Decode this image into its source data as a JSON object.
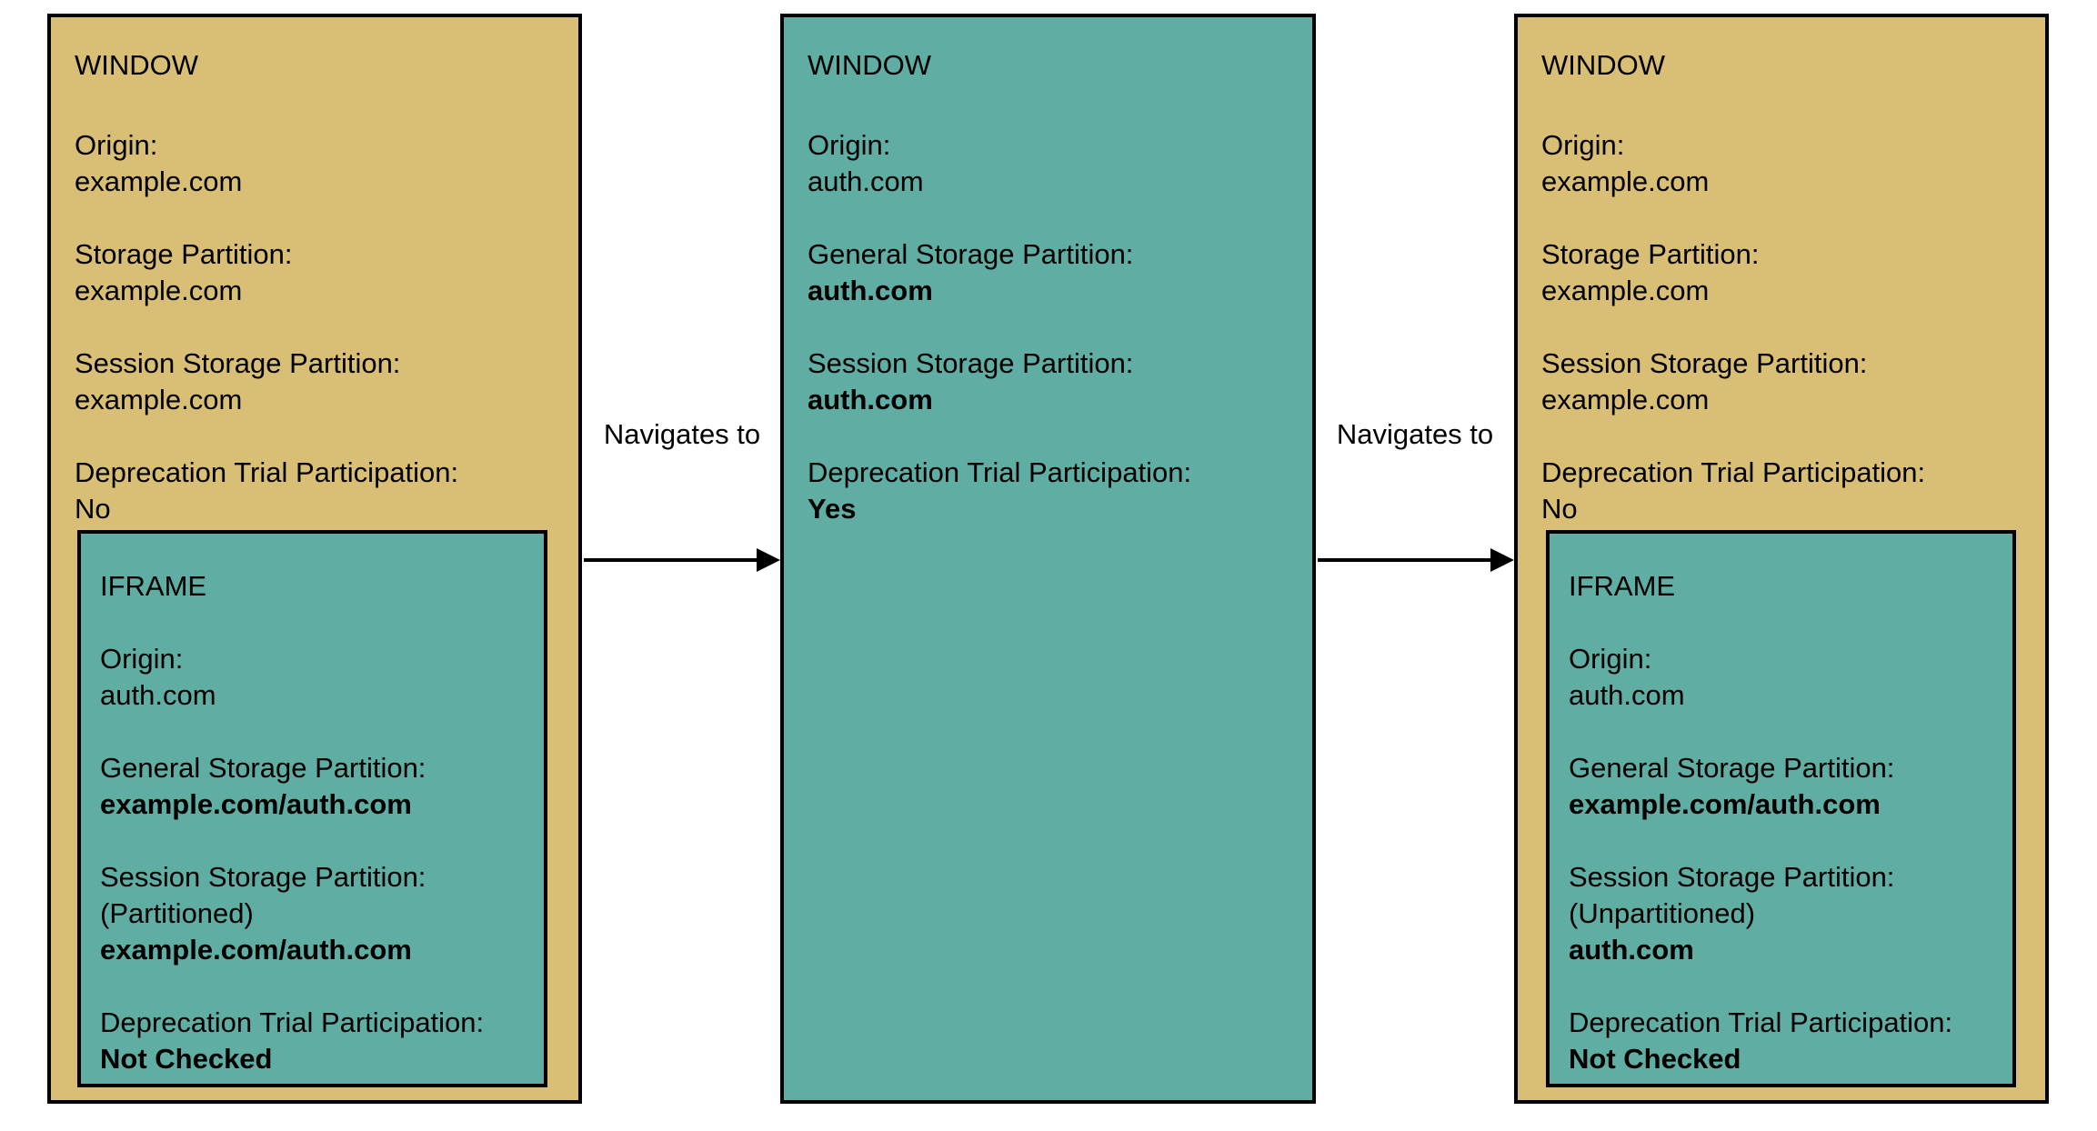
{
  "colors": {
    "window_fill_tan": "#d9be76",
    "teal_fill": "#5fada3",
    "border": "#000000",
    "background": "#ffffff",
    "text": "#000000"
  },
  "arrow_label": "Navigates to",
  "left_window": {
    "title": "WINDOW",
    "fields": [
      {
        "label": "Origin:",
        "value": "example.com"
      },
      {
        "label": "Storage Partition:",
        "value": "example.com"
      },
      {
        "label": "Session Storage Partition:",
        "value": "example.com"
      },
      {
        "label": "Deprecation Trial Participation:",
        "value": "No"
      }
    ],
    "iframe": {
      "title": "IFRAME",
      "fields": [
        {
          "label": "Origin:",
          "value": "auth.com"
        },
        {
          "label": "General Storage Partition:",
          "value": "example.com/auth.com"
        },
        {
          "label": "Session Storage Partition:",
          "note": "(Partitioned)",
          "value": "example.com/auth.com"
        },
        {
          "label": "Deprecation Trial Participation:",
          "value": "Not Checked"
        }
      ]
    }
  },
  "center_window": {
    "title": "WINDOW",
    "fields": [
      {
        "label": "Origin:",
        "value": "auth.com"
      },
      {
        "label": "General Storage Partition:",
        "value": "auth.com"
      },
      {
        "label": "Session Storage Partition:",
        "value": "auth.com"
      },
      {
        "label": "Deprecation Trial Participation:",
        "value": "Yes"
      }
    ]
  },
  "right_window": {
    "title": "WINDOW",
    "fields": [
      {
        "label": "Origin:",
        "value": "example.com"
      },
      {
        "label": "Storage Partition:",
        "value": "example.com"
      },
      {
        "label": "Session Storage Partition:",
        "value": "example.com"
      },
      {
        "label": "Deprecation Trial Participation:",
        "value": "No"
      }
    ],
    "iframe": {
      "title": "IFRAME",
      "fields": [
        {
          "label": "Origin:",
          "value": "auth.com"
        },
        {
          "label": "General Storage Partition:",
          "value": "example.com/auth.com"
        },
        {
          "label": "Session Storage Partition:",
          "note": "(Unpartitioned)",
          "value": "auth.com"
        },
        {
          "label": "Deprecation Trial Participation:",
          "value": "Not Checked"
        }
      ]
    }
  }
}
